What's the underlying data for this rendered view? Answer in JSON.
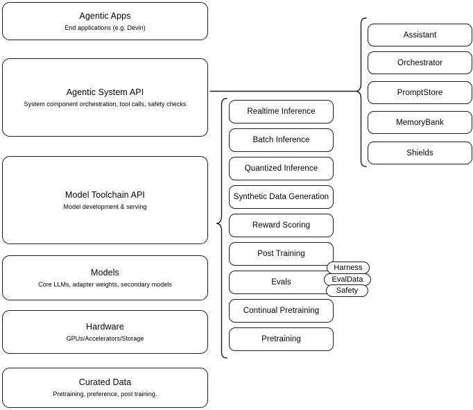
{
  "diagram": {
    "title": "Agentic stack layer diagram",
    "accent_color": "#1a1a1a",
    "background_color": "#ffffff"
  },
  "stack_layers": [
    {
      "id": "agentic-apps",
      "title": "Agentic Apps",
      "subtitle": "End applications (e.g. Devin)"
    },
    {
      "id": "agentic-system-api",
      "title": "Agentic System API",
      "subtitle": "System component orchestration, tool calls, safety checks"
    },
    {
      "id": "model-toolchain-api",
      "title": "Model Toolchain API",
      "subtitle": "Model development & serving"
    },
    {
      "id": "models",
      "title": "Models",
      "subtitle": "Core LLMs, adapter weights, secondary models"
    },
    {
      "id": "hardware",
      "title": "Hardware",
      "subtitle": "GPUs/Accelerators/Storage"
    },
    {
      "id": "curated-data",
      "title": "Curated Data",
      "subtitle": "Pretraining, preference, post training."
    }
  ],
  "toolchain_capabilities": [
    {
      "id": "realtime-inference",
      "label": "Realtime Inference"
    },
    {
      "id": "batch-inference",
      "label": "Batch Inference"
    },
    {
      "id": "quantized-inference",
      "label": "Quantized Inference"
    },
    {
      "id": "synthetic-data-generation",
      "label": "Synthetic Data Generation"
    },
    {
      "id": "reward-scoring",
      "label": "Reward Scoring"
    },
    {
      "id": "post-training",
      "label": "Post Training"
    },
    {
      "id": "evals",
      "label": "Evals"
    },
    {
      "id": "continual-pretraining",
      "label": "Continual Pretraining"
    },
    {
      "id": "pretraining",
      "label": "Pretraining"
    }
  ],
  "evals_subcomponents": [
    {
      "id": "harness",
      "label": "Harness"
    },
    {
      "id": "evaldata",
      "label": "EvalData"
    },
    {
      "id": "safety",
      "label": "Safety"
    }
  ],
  "system_components": [
    {
      "id": "assistant",
      "label": "Assistant"
    },
    {
      "id": "orchestrator",
      "label": "Orchestrator"
    },
    {
      "id": "promptstore",
      "label": "PromptStore"
    },
    {
      "id": "memorybank",
      "label": "MemoryBank"
    },
    {
      "id": "shields",
      "label": "Shields"
    }
  ]
}
